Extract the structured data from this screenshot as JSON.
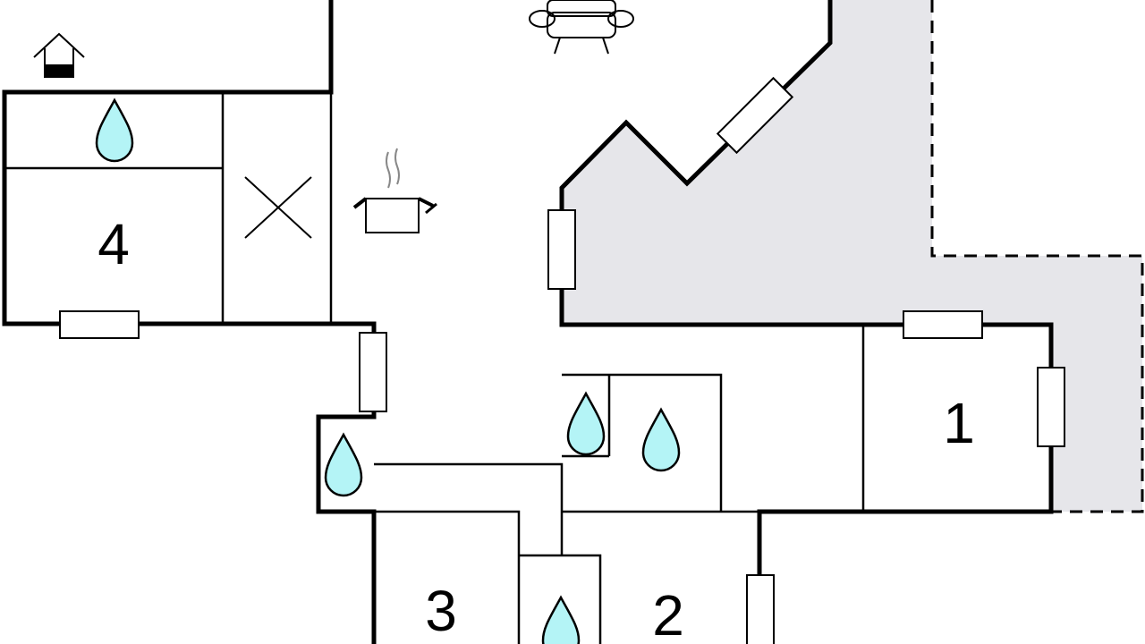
{
  "floorplan": {
    "rooms": [
      {
        "id": "room-1",
        "label": "1"
      },
      {
        "id": "room-2",
        "label": "2"
      },
      {
        "id": "room-3",
        "label": "3"
      },
      {
        "id": "room-4",
        "label": "4"
      }
    ],
    "icons": [
      "sofa-icon",
      "kitchen-pot-icon",
      "fireplace-icon",
      "water-drop-icon"
    ],
    "colors": {
      "water": "#b4f4f6",
      "terrace": "#e6e6ea",
      "walls": "#000000"
    }
  }
}
